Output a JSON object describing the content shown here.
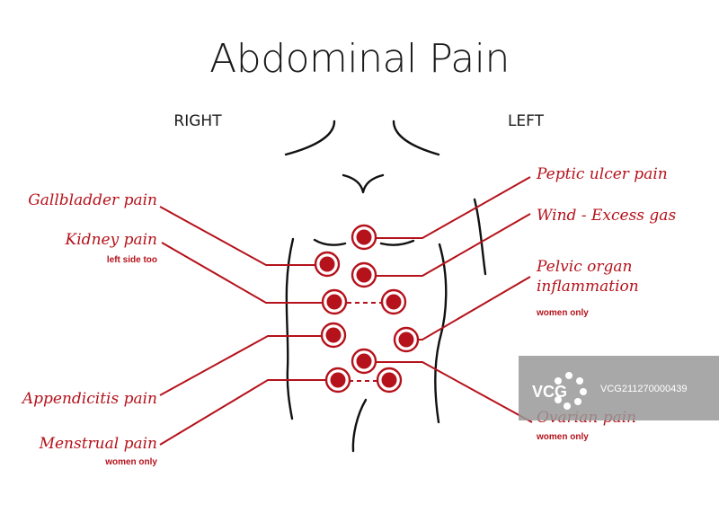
{
  "title": "Abdominal Pain",
  "sides": {
    "right": "RIGHT",
    "left": "LEFT"
  },
  "colors": {
    "accent": "#b5121b",
    "outline": "#111111",
    "watermark_bg": "#999999"
  },
  "labels": {
    "gallbladder": {
      "text": "Gallbladder pain"
    },
    "kidney": {
      "text": "Kidney pain",
      "note": "left side too"
    },
    "appendicitis": {
      "text": "Appendicitis pain"
    },
    "menstrual": {
      "text": "Menstrual pain",
      "note": "women only"
    },
    "peptic": {
      "text": "Peptic ulcer pain"
    },
    "wind": {
      "text": "Wind - Excess gas"
    },
    "pelvic": {
      "line1": "Pelvic organ",
      "line2": "inflammation",
      "note": "women only"
    },
    "ovarian": {
      "text": "Ovarian pain",
      "note": "women only"
    }
  },
  "watermark": {
    "logo": "VCG",
    "id": "VCG211270000439"
  },
  "icons": {
    "marker": "target-circle-icon"
  }
}
